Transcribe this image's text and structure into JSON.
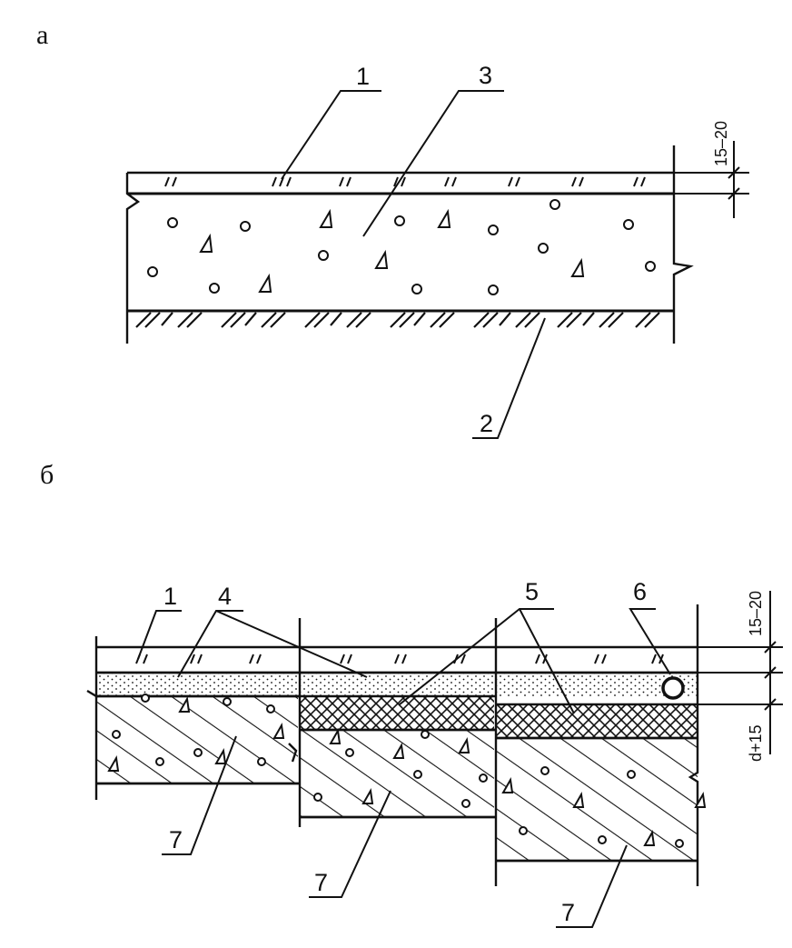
{
  "section_a": {
    "label": "а",
    "dimension": "15–20",
    "callouts": [
      "1",
      "3",
      "2"
    ]
  },
  "section_b": {
    "label": "б",
    "dimension_top": "15–20",
    "dimension_bottom": "d+15",
    "callouts": [
      "1",
      "4",
      "5",
      "6",
      "7",
      "7",
      "7"
    ]
  },
  "colors": {
    "ink": "#111111",
    "paper": "#ffffff"
  },
  "symbols": {
    "aggregate": "pebble-circle",
    "stone": "triangle-chip",
    "board_hatch": "double-slash"
  }
}
